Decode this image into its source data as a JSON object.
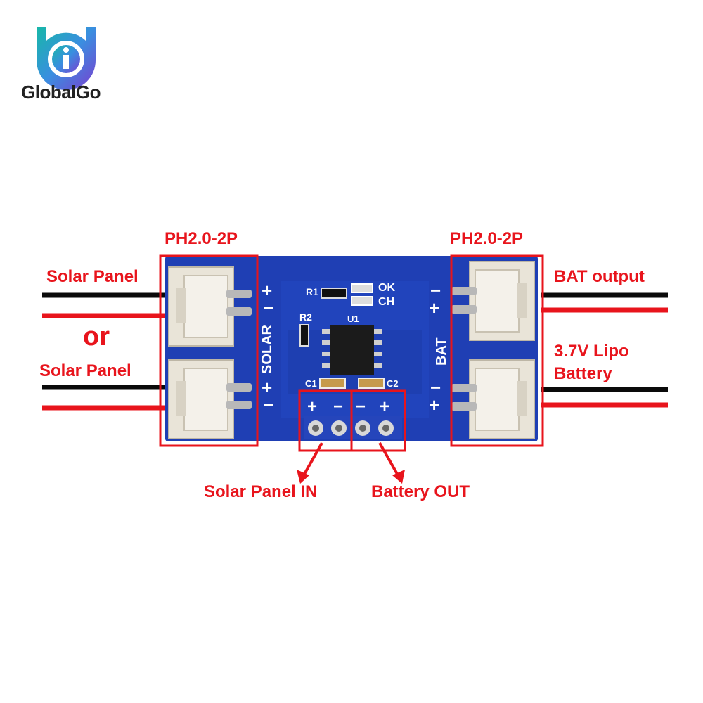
{
  "brand": {
    "name": "GlobalGo"
  },
  "labels": {
    "connector_left": "PH2.0-2P",
    "connector_right": "PH2.0-2P",
    "solar_panel_1": "Solar Panel",
    "or": "or",
    "solar_panel_2": "Solar Panel",
    "bat_output": "BAT output",
    "lipo_line1": "3.7V Lipo",
    "lipo_line2": "Battery",
    "solar_in": "Solar Panel IN",
    "battery_out": "Battery OUT"
  },
  "silkscreen": {
    "r1": "R1",
    "r2": "R2",
    "u1": "U1",
    "c1": "C1",
    "c2": "C2",
    "ok": "OK",
    "ch": "CH",
    "solar": "SOLAR",
    "bat": "BAT",
    "plus": "+",
    "minus": "−"
  },
  "colors": {
    "pcb": "#1f3fb4",
    "annotation": "#e8141c",
    "wire_black": "#0a0a0a",
    "wire_red": "#e8141c"
  }
}
